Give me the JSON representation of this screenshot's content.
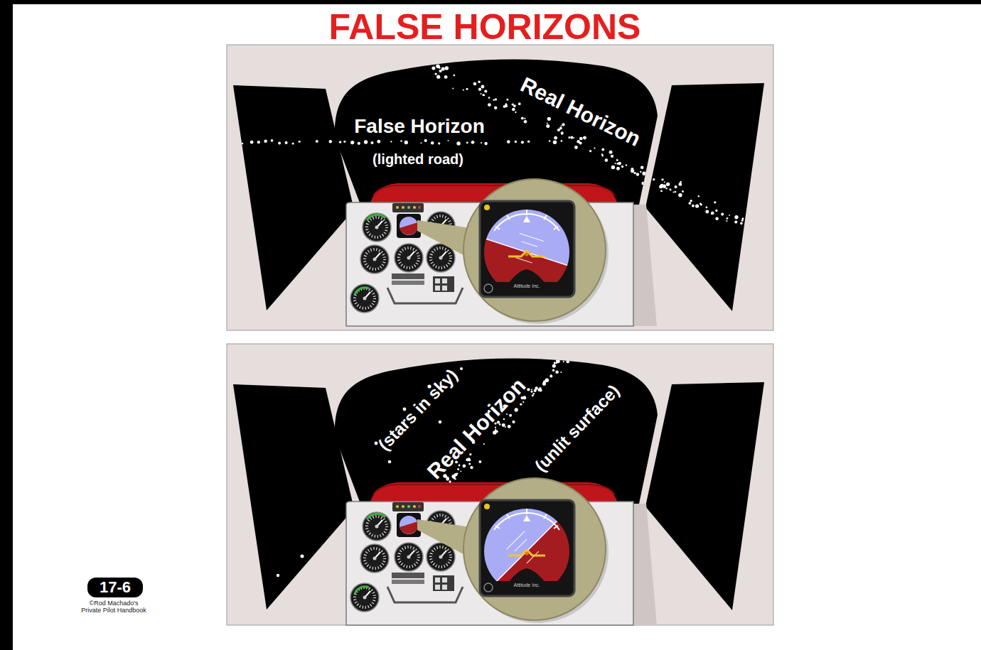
{
  "diagram": {
    "title": "FALSE HORIZONS",
    "nodes": [
      {
        "text": [
          "17-6"
        ]
      }
    ],
    "labels": [
      "False Horizon",
      "(lighted road)",
      "Real Horizon",
      "Attitude Inc.",
      "(stars in sky)",
      "Real Horizon",
      "(unlit surface)",
      "Attitude Inc.",
      "©Rod Machado's Private Pilot Handbook"
    ]
  }
}
